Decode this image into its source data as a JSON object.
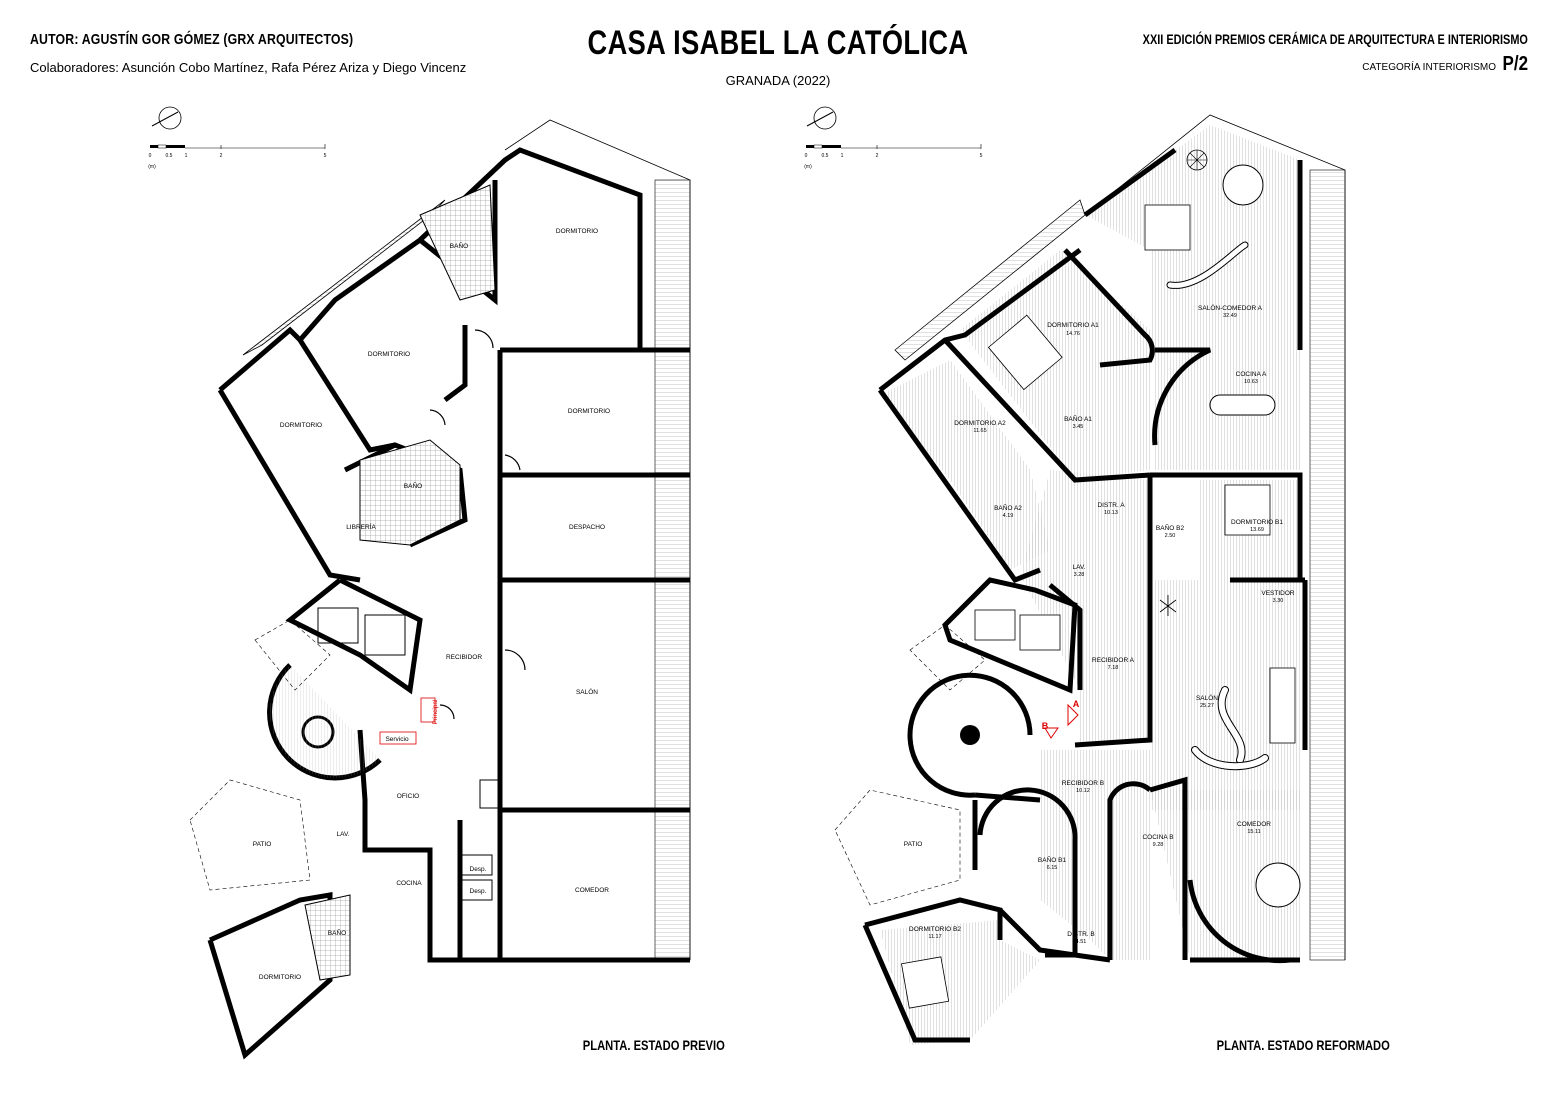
{
  "header": {
    "author": "AUTOR: AGUSTÍN GOR GÓMEZ (GRX ARQUITECTOS)",
    "collaborators": "Colaboradores: Asunción Cobo Martínez, Rafa Pérez Ariza y Diego Vincenz",
    "title": "CASA ISABEL LA CATÓLICA",
    "location": "GRANADA (2022)",
    "award": "XXII EDICIÓN PREMIOS CERÁMICA DE  ARQUITECTURA E INTERIORISMO",
    "category": "CATEGORÍA INTERIORISMO",
    "page": "P/2"
  },
  "scale_bar": {
    "ticks": [
      "0",
      "0.5",
      "1",
      "2",
      "5"
    ],
    "unit": "(m)"
  },
  "plan_previous": {
    "caption": "PLANTA. ESTADO PREVIO",
    "rooms": {
      "dormitorio_1": "DORMITORIO",
      "bano_1": "BAÑO",
      "dormitorio_2": "DORMITORIO",
      "dormitorio_3": "DORMITORIO",
      "dormitorio_4": "DORMITORIO",
      "bano_2": "BAÑO",
      "libreria": "LIBRERÍA",
      "despacho": "DESPACHO",
      "recibidor": "RECIBIDOR",
      "salon": "SALÓN",
      "principal": "Principal",
      "servicio": "Servicio",
      "oficio": "OFICIO",
      "patio": "PATIO",
      "lav": "LAV.",
      "cocina": "COCINA",
      "desp_1": "Desp.",
      "desp_2": "Desp.",
      "comedor": "COMEDOR",
      "bano_3": "BAÑO",
      "dormitorio_5": "DORMITORIO"
    }
  },
  "plan_reformed": {
    "caption": "PLANTA. ESTADO REFORMADO",
    "rooms": {
      "salon_comedor_a": {
        "name": "SALÓN-COMEDOR A",
        "area": "32.49"
      },
      "dormitorio_a1": {
        "name": "DORMITORIO A1",
        "area": "14.76"
      },
      "cocina_a": {
        "name": "COCINA A",
        "area": "10.63"
      },
      "dormitorio_a2": {
        "name": "DORMITORIO A2",
        "area": "11.65"
      },
      "bano_a1": {
        "name": "BAÑO A1",
        "area": "3.45"
      },
      "bano_a2": {
        "name": "BAÑO A2",
        "area": "4.19"
      },
      "distr_a": {
        "name": "DISTR. A",
        "area": "10.13"
      },
      "bano_b2": {
        "name": "BAÑO B2",
        "area": "2.50"
      },
      "dormitorio_b1": {
        "name": "DORMITORIO B1",
        "area": "13.69"
      },
      "lav": {
        "name": "LAV.",
        "area": "3.28"
      },
      "vestidor": {
        "name": "VESTIDOR",
        "area": "3.30"
      },
      "recibidor_a": {
        "name": "RECIBIDOR A",
        "area": "7.18"
      },
      "salon": {
        "name": "SALÓN",
        "area": "25.27"
      },
      "recibidor_b": {
        "name": "RECIBIDOR B",
        "area": "10.12"
      },
      "cocina_b": {
        "name": "COCINA B",
        "area": "9.28"
      },
      "comedor": {
        "name": "COMEDOR",
        "area": "15.11"
      },
      "patio": {
        "name": "PATIO",
        "area": ""
      },
      "bano_b1": {
        "name": "BAÑO B1",
        "area": "6.15"
      },
      "dormitorio_b2": {
        "name": "DORMITORIO B2",
        "area": "11.17"
      },
      "distr_b": {
        "name": "DISTR. B",
        "area": "4.51"
      }
    },
    "section_marks": {
      "a": "A",
      "b": "B"
    }
  }
}
